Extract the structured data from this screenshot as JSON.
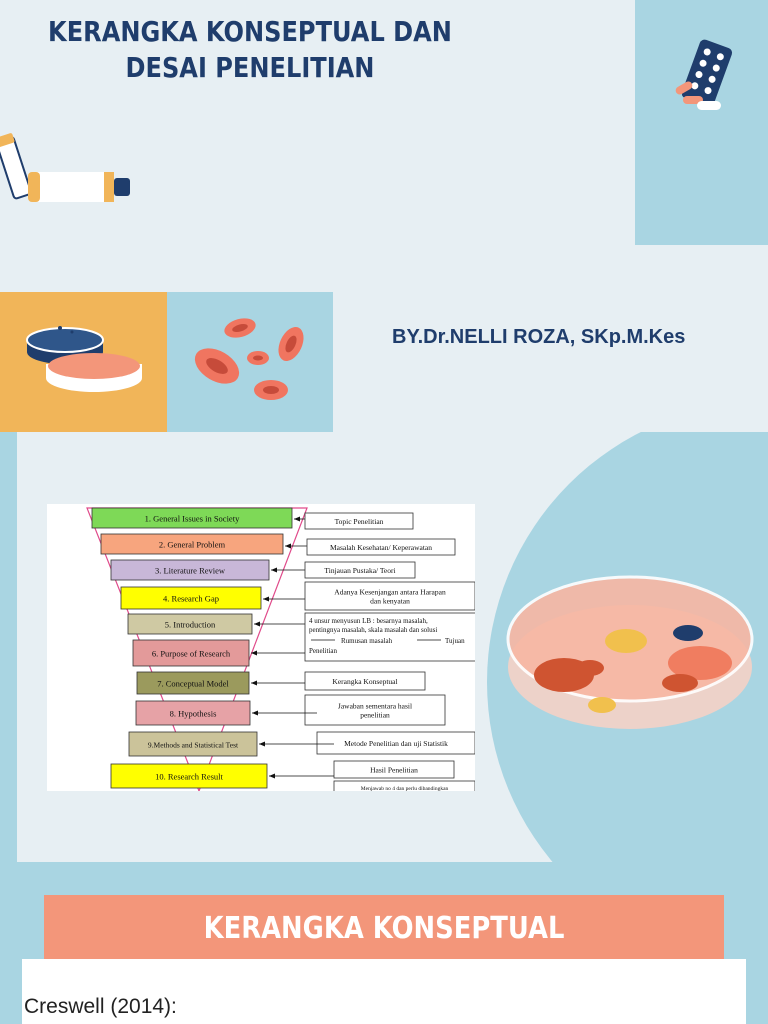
{
  "document": {
    "title_line1": "KERANGKA KONSEPTUAL DAN",
    "title_line2": "DESAI PENELITIAN",
    "byline": "BY.Dr.NELLI ROZA, SKp.M.Kes",
    "section_title": "KERANGKA KONSEPTUAL",
    "body_text": "Creswell (2014):"
  },
  "diagram": {
    "steps": [
      {
        "label": "1.      General Issues in Society",
        "fill": "#7ed957"
      },
      {
        "label": "2. General Problem",
        "fill": "#f7a57e"
      },
      {
        "label": "3. Literature Review",
        "fill": "#c8b7d8"
      },
      {
        "label": "4. Research Gap",
        "fill": "#ffff00"
      },
      {
        "label": "5. Introduction",
        "fill": "#cfc9a3"
      },
      {
        "label": "6. Purpose of Research",
        "fill": "#e39a9a"
      },
      {
        "label": "7. Conceptual Model",
        "fill": "#9b9a5d"
      },
      {
        "label": "8. Hypothesis",
        "fill": "#e6a2a6"
      },
      {
        "label": "9.Methods and Statistical Test",
        "fill": "#cbc39a"
      },
      {
        "label": "10. Research Result",
        "fill": "#ffff00"
      }
    ],
    "notes": [
      {
        "lines": [
          "Topic Penelitian"
        ]
      },
      {
        "lines": [
          "Masalah Kesehatan/ Keperawatan"
        ]
      },
      {
        "lines": [
          "Tinjauan Pustaka/ Teori"
        ]
      },
      {
        "lines": [
          "Adanya Kesenjangan antara Harapan",
          "dan kenyatan"
        ]
      },
      {
        "lines": [
          "4 unsur menyusun LB : besarnya masalah,",
          "pentingnya masalah, skala masalah dan solusi",
          "Rumusan masalah",
          "Tujuan",
          "Penelitian"
        ]
      },
      {
        "lines": [
          "Kerangka Konseptual"
        ]
      },
      {
        "lines": [
          "Jawaban sementara hasil",
          "penelitian"
        ]
      },
      {
        "lines": [
          "Metode Penelitian dan uji Statistik"
        ]
      },
      {
        "lines": [
          "Hasil Penelitian"
        ]
      },
      {
        "lines": [
          "Menjawab no 4 dan perlu dibandingkan"
        ]
      }
    ]
  },
  "colors": {
    "navy": "#1f3d6c",
    "light_blue": "#a9d5e2",
    "pale": "#e7eff3",
    "orange": "#f1b559",
    "salmon": "#f3967a"
  },
  "icons": [
    "inhaler-icon",
    "pill-blister-icon",
    "petri-dishes-icon",
    "blood-cells-icon",
    "petri-dish-icon"
  ]
}
